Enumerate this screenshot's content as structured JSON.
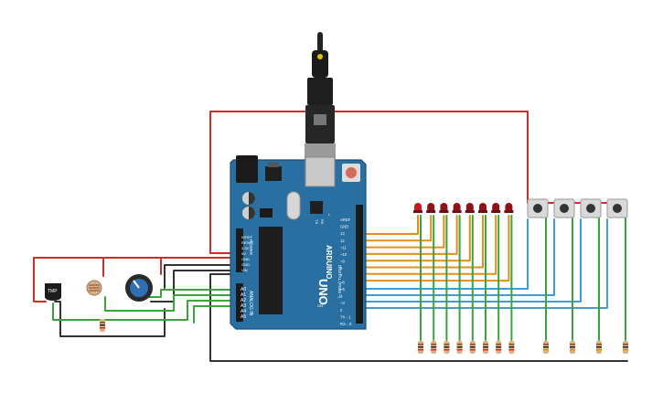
{
  "board": {
    "brand": "ARDUINO",
    "model": "UNO",
    "power_header": "POWER",
    "analog_header": "ANALOG IN",
    "digital_header": "DIGITAL (PWM ~)",
    "on_label": "ON",
    "tx_label": "TX",
    "rx_label": "RX",
    "l_label": "L",
    "power_pins": [
      "IOREF",
      "RESET",
      "3.3V",
      "5V",
      "GND",
      "GND",
      "VIN"
    ],
    "analog_pins": [
      "A0",
      "A1",
      "A2",
      "A3",
      "A4",
      "A5"
    ],
    "digital_pins": [
      "AREF",
      "GND",
      "13",
      "12",
      "~11",
      "~10",
      "~9",
      "8",
      "7",
      "~6",
      "~5",
      "4",
      "~3",
      "2",
      "TX→1",
      "RX←0"
    ]
  },
  "sensors": {
    "tmp_label": "TMP"
  },
  "components": {
    "led_count": 8,
    "button_count": 4,
    "led_resistor_count": 8,
    "button_resistor_count": 4
  },
  "colors": {
    "board": "#2a6fa1",
    "wire_red": "#d42a2a",
    "wire_black": "#333333",
    "wire_green": "#3aa33a",
    "wire_orange": "#e0901a",
    "wire_blue": "#3a9fd8",
    "led_red": "#c8161c",
    "led_dark": "#8e1218"
  }
}
